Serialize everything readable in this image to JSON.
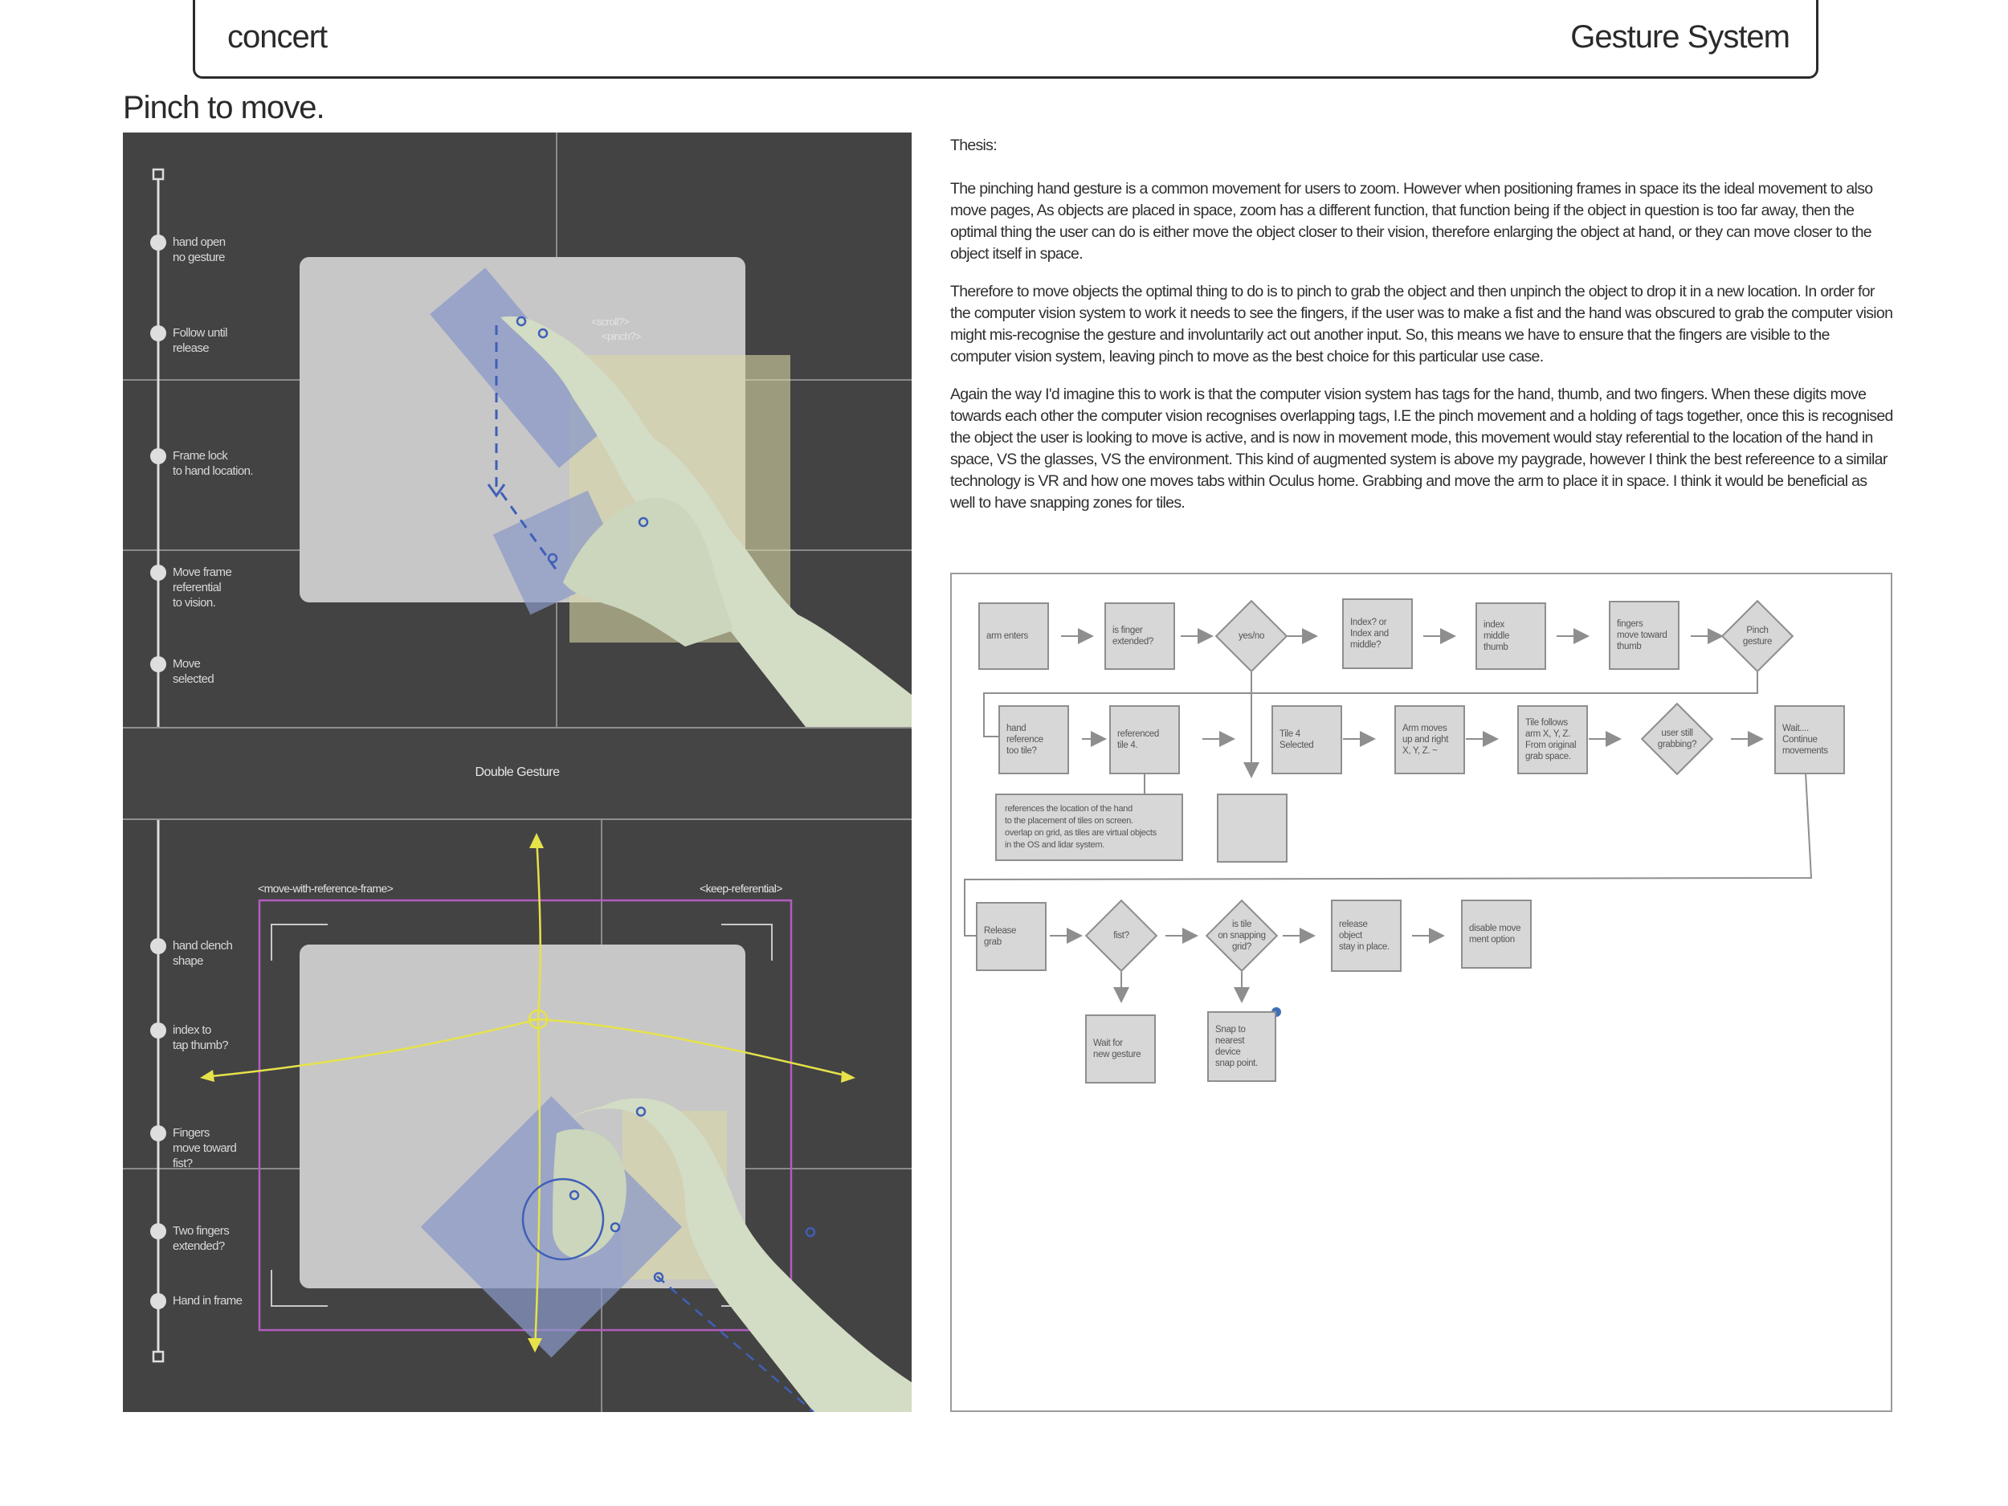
{
  "header": {
    "brand": "concert",
    "system": "Gesture System"
  },
  "page_title": "Pinch to move.",
  "top_panel": {
    "timeline": [
      "hand open\nno gesture",
      "Follow until\nrelease",
      "Frame lock\nto hand location.",
      "Move frame\nreferential\nto vision.",
      "Move\nselected"
    ],
    "tags": [
      "<scroll?>",
      "<pinch?>"
    ]
  },
  "mid_label": "Double Gesture",
  "bottom_panel": {
    "timeline": [
      "hand clench\nshape",
      "index to\ntap thumb?",
      "Fingers\nmove toward\nfist?",
      "Two fingers\nextended?",
      "Hand in frame"
    ],
    "tag_left": "<move-with-reference-frame>",
    "tag_right": "<keep-referential>"
  },
  "thesis": {
    "heading": "Thesis:",
    "paragraphs": [
      "The pinching hand gesture is a common movement for users to zoom. However when positioning frames in space its the ideal movement to also move pages, As objects are placed in space, zoom has a different function, that function being if the object in question is too far away, then the optimal thing the user can do is either move the object closer to their vision, therefore enlarging the object at hand, or they can move closer to the object itself in space.",
      "Therefore to move objects the optimal thing to do is to pinch to grab the object and then unpinch the object to drop it in a new location. In order for the computer vision system to work it needs to see the fingers, if the user was to make a fist and the hand was obscured to grab the computer vision might mis-recognise the gesture and involuntarily act out another input. So, this means we have to ensure that the fingers are visible to the computer vision system, leaving pinch to move as the best choice for this particular use case.",
      "Again the way I'd imagine this to work is that the computer vision system has tags for the hand, thumb, and two fingers. When these digits move towards each other the computer vision recognises overlapping tags, I.E the pinch movement and a holding of tags together, once this is recognised the object the user is looking to move is active, and is now in movement mode, this movement would stay referential to the location of the hand in space, VS the glasses, VS the environment. This kind of augmented system is above my paygrade, however I think the best refereence to a similar technology is VR and how one moves tabs within Oculus home. Grabbing and move the arm to place it in space. I think it would be beneficial as well to have snapping zones for tiles."
    ]
  },
  "flowchart": {
    "row1": [
      "arm enters",
      "is finger\nextended?",
      "yes/no",
      "Index? or\nIndex and\nmiddle?",
      "index\nmiddle\nthumb",
      "fingers\nmove toward\nthumb",
      "Pinch\ngesture"
    ],
    "row2": [
      "hand reference\ntoo tile?",
      "referenced\ntile 4.",
      "Tile 4\nSelected",
      "Arm moves\nup and right\nX, Y, Z. ~",
      "Tile follows\narm X, Y, Z.\nFrom original\ngrab space.",
      "user still\ngrabbing?",
      "Wait....\nContinue\nmovements"
    ],
    "note": "references the location of the hand\nto the placement of tiles on screen.\noverlap on grid, as tiles are virtual objects\nin the OS and lidar system.",
    "row3": [
      "Release\ngrab",
      "fist?",
      "is tile\non snapping\ngrid?",
      "release\nobject\nstay in place.",
      "disable move\nment option"
    ],
    "row4": [
      "Wait for\nnew gesture",
      "Snap to\nnearest device\nsnap point."
    ]
  }
}
